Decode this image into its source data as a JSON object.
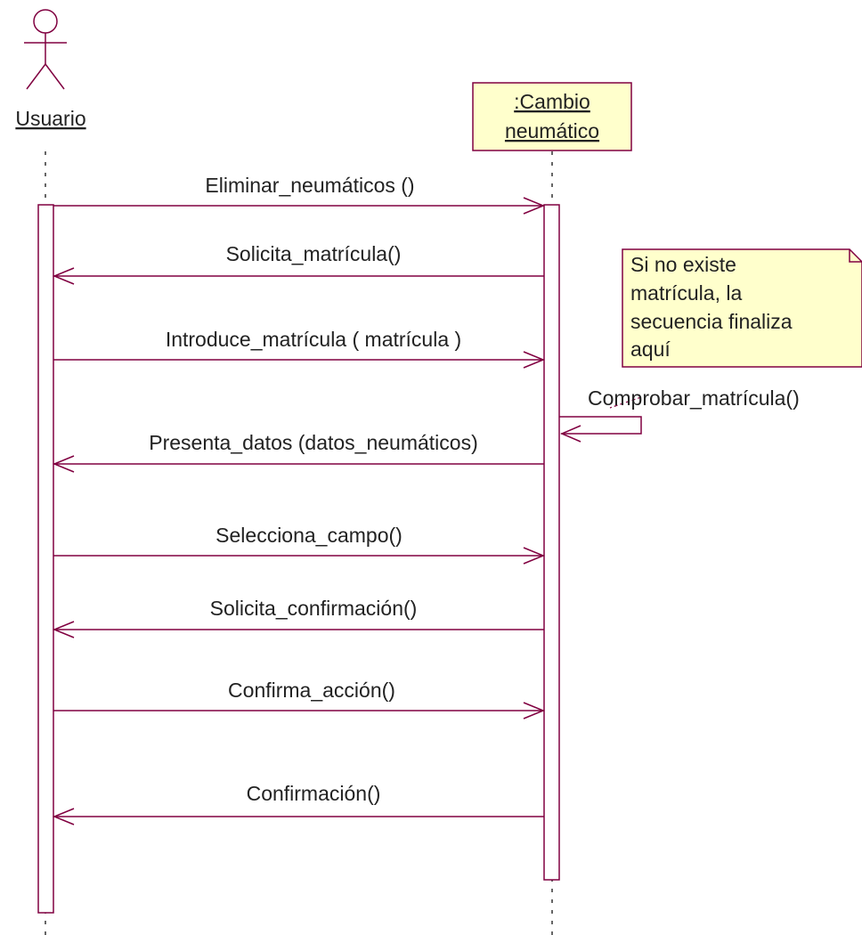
{
  "actor": {
    "name": "Usuario"
  },
  "object": {
    "name_line1": ":Cambio",
    "name_line2": "neumático"
  },
  "messages": [
    {
      "label": "Eliminar_neumáticos ()",
      "direction": "to-object"
    },
    {
      "label": "Solicita_matrícula()",
      "direction": "to-actor"
    },
    {
      "label": "Introduce_matrícula ( matrícula )",
      "direction": "to-object"
    },
    {
      "label": "Comprobar_matrícula()",
      "direction": "self"
    },
    {
      "label": "Presenta_datos (datos_neumáticos)",
      "direction": "to-actor"
    },
    {
      "label": "Selecciona_campo()",
      "direction": "to-object"
    },
    {
      "label": "Solicita_confirmación()",
      "direction": "to-actor"
    },
    {
      "label": "Confirma_acción()",
      "direction": "to-object"
    },
    {
      "label": "Confirmación()",
      "direction": "to-actor"
    }
  ],
  "note": {
    "lines": [
      "Si no existe",
      "matrícula, la",
      "secuencia finaliza",
      "aquí"
    ]
  },
  "colors": {
    "line": "#800040",
    "fill": "#ffffcc",
    "text": "#222222",
    "lifeline": "#000000"
  }
}
